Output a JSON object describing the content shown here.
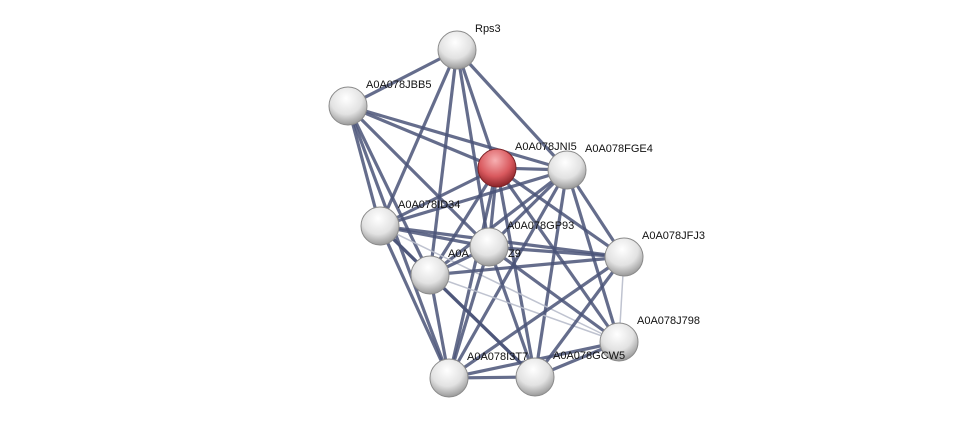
{
  "colors": {
    "edge": "#4a5478",
    "edge_light": "#b8bccb",
    "query_node": "#d9484f",
    "node": "#e6e6e6"
  },
  "nodes": [
    {
      "id": "rps3",
      "label": "Rps3",
      "query": false
    },
    {
      "id": "jbb5",
      "label": "A0A078JBB5",
      "query": false
    },
    {
      "id": "jni5",
      "label": "A0A078JNI5",
      "query": true
    },
    {
      "id": "fge4",
      "label": "A0A078FGE4",
      "query": false
    },
    {
      "id": "id34",
      "label": "A0A078ID34",
      "query": false
    },
    {
      "id": "gp93",
      "label": "A0A078GP93",
      "query": false
    },
    {
      "id": "z9",
      "label": "A0A",
      "label_tail": "Z9",
      "query": false
    },
    {
      "id": "jfj3",
      "label": "A0A078JFJ3",
      "query": false
    },
    {
      "id": "j798",
      "label": "A0A078J798",
      "query": false
    },
    {
      "id": "i3t7",
      "label": "A0A078I3T7",
      "query": false
    },
    {
      "id": "gcw5",
      "label": "A0A078GCW5",
      "query": false
    }
  ],
  "edges": [
    [
      "rps3",
      "jbb5",
      1
    ],
    [
      "rps3",
      "jni5",
      1
    ],
    [
      "rps3",
      "fge4",
      1
    ],
    [
      "rps3",
      "id34",
      1
    ],
    [
      "rps3",
      "gp93",
      1
    ],
    [
      "rps3",
      "z9",
      1
    ],
    [
      "jbb5",
      "jni5",
      1
    ],
    [
      "jbb5",
      "fge4",
      1
    ],
    [
      "jbb5",
      "id34",
      1
    ],
    [
      "jbb5",
      "z9",
      1
    ],
    [
      "jbb5",
      "i3t7",
      1
    ],
    [
      "jbb5",
      "gp93",
      1
    ],
    [
      "jni5",
      "fge4",
      1
    ],
    [
      "jni5",
      "id34",
      1
    ],
    [
      "jni5",
      "gp93",
      1
    ],
    [
      "jni5",
      "z9",
      1
    ],
    [
      "jni5",
      "jfj3",
      1
    ],
    [
      "jni5",
      "j798",
      1
    ],
    [
      "jni5",
      "gcw5",
      1
    ],
    [
      "jni5",
      "i3t7",
      1
    ],
    [
      "fge4",
      "id34",
      1
    ],
    [
      "fge4",
      "gp93",
      1
    ],
    [
      "fge4",
      "z9",
      1
    ],
    [
      "fge4",
      "jfj3",
      1
    ],
    [
      "fge4",
      "j798",
      1
    ],
    [
      "fge4",
      "gcw5",
      1
    ],
    [
      "fge4",
      "i3t7",
      1
    ],
    [
      "id34",
      "gp93",
      1
    ],
    [
      "id34",
      "z9",
      1
    ],
    [
      "id34",
      "jfj3",
      1
    ],
    [
      "id34",
      "j798",
      0.3
    ],
    [
      "id34",
      "i3t7",
      1
    ],
    [
      "id34",
      "gcw5",
      1
    ],
    [
      "gp93",
      "z9",
      1
    ],
    [
      "gp93",
      "jfj3",
      1
    ],
    [
      "gp93",
      "j798",
      1
    ],
    [
      "gp93",
      "i3t7",
      1
    ],
    [
      "gp93",
      "gcw5",
      1
    ],
    [
      "z9",
      "jfj3",
      1
    ],
    [
      "z9",
      "j798",
      0.3
    ],
    [
      "z9",
      "i3t7",
      1
    ],
    [
      "z9",
      "gcw5",
      1
    ],
    [
      "jfj3",
      "j798",
      0.4
    ],
    [
      "jfj3",
      "gcw5",
      1
    ],
    [
      "jfj3",
      "i3t7",
      1
    ],
    [
      "j798",
      "gcw5",
      1
    ],
    [
      "j798",
      "i3t7",
      1
    ],
    [
      "i3t7",
      "gcw5",
      1
    ]
  ]
}
